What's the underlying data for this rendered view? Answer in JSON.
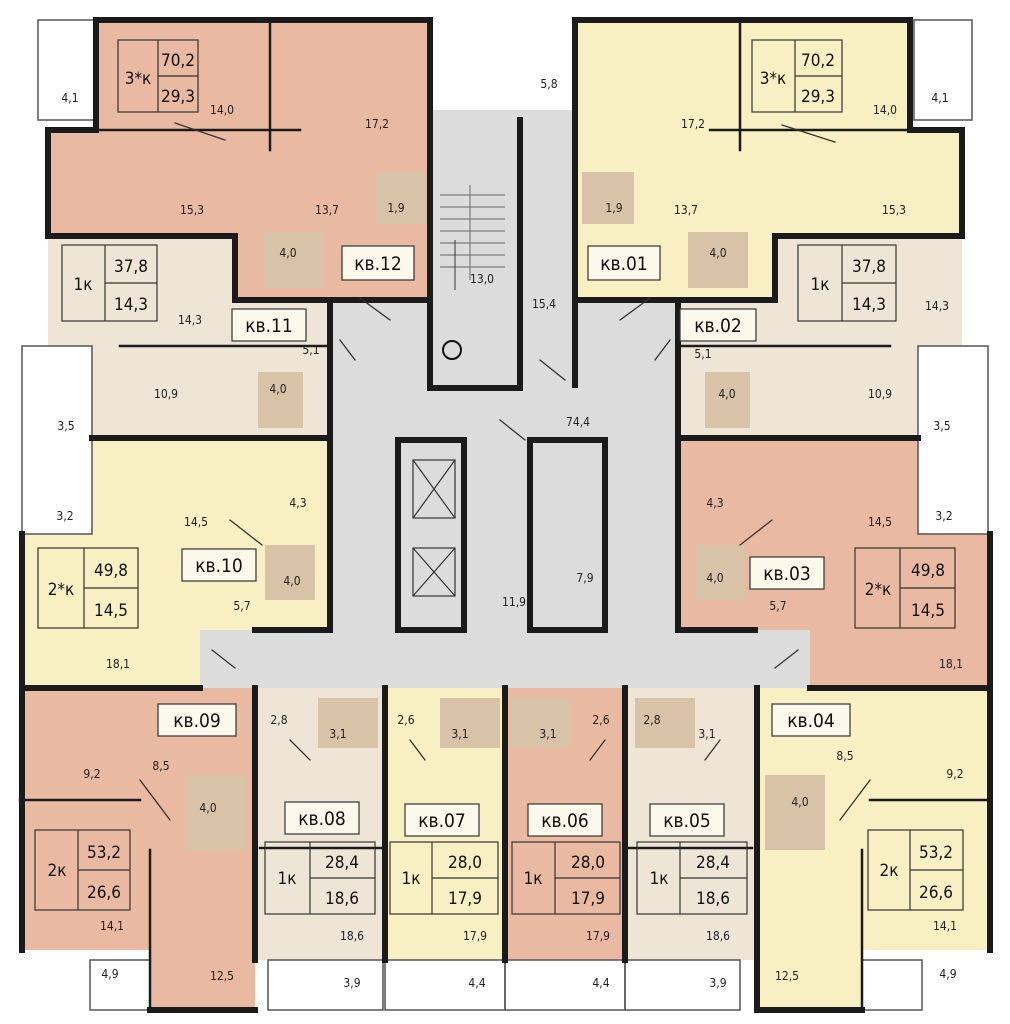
{
  "colors": {
    "salmon": "#e9b9a1",
    "yellow": "#f8f0c2",
    "beige": "#efe5d6",
    "common": "#dcdcdc",
    "wall": "#1b1b1b",
    "badge_fill": "#fbf8ec"
  },
  "apartments": [
    {
      "id": "12",
      "name": "кв.12",
      "rooms": "3*к",
      "total": "70,2",
      "living": "29,3",
      "color": "salmon"
    },
    {
      "id": "01",
      "name": "кв.01",
      "rooms": "3*к",
      "total": "70,2",
      "living": "29,3",
      "color": "yellow"
    },
    {
      "id": "11",
      "name": "кв.11",
      "rooms": "1к",
      "total": "37,8",
      "living": "14,3",
      "color": "beige"
    },
    {
      "id": "02",
      "name": "кв.02",
      "rooms": "1к",
      "total": "37,8",
      "living": "14,3",
      "color": "beige"
    },
    {
      "id": "10",
      "name": "кв.10",
      "rooms": "2*к",
      "total": "49,8",
      "living": "14,5",
      "color": "yellow"
    },
    {
      "id": "03",
      "name": "кв.03",
      "rooms": "2*к",
      "total": "49,8",
      "living": "14,5",
      "color": "salmon"
    },
    {
      "id": "09",
      "name": "кв.09",
      "rooms": "2к",
      "total": "53,2",
      "living": "26,6",
      "color": "salmon"
    },
    {
      "id": "04",
      "name": "кв.04",
      "rooms": "2к",
      "total": "53,2",
      "living": "26,6",
      "color": "yellow"
    },
    {
      "id": "08",
      "name": "кв.08",
      "rooms": "1к",
      "total": "28,4",
      "living": "18,6",
      "color": "beige"
    },
    {
      "id": "07",
      "name": "кв.07",
      "rooms": "1к",
      "total": "28,0",
      "living": "17,9",
      "color": "yellow"
    },
    {
      "id": "06",
      "name": "кв.06",
      "rooms": "1к",
      "total": "28,0",
      "living": "17,9",
      "color": "salmon"
    },
    {
      "id": "05",
      "name": "кв.05",
      "rooms": "1к",
      "total": "28,4",
      "living": "18,6",
      "color": "beige"
    }
  ],
  "room_areas": {
    "a12_bal": "4,1",
    "a12_r1": "14,0",
    "a12_kitchen": "17,2",
    "a12_r2": "15,3",
    "a12_hall": "13,7",
    "a12_wc": "1,9",
    "a12_bath": "4,0",
    "a01_bal": "4,1",
    "a01_r1": "14,0",
    "a01_kitchen": "17,2",
    "a01_r2": "15,3",
    "a01_hall": "13,7",
    "a01_wc": "1,9",
    "a01_bath": "4,0",
    "a11_room": "14,3",
    "a11_hall": "5,1",
    "a11_kitchen": "10,9",
    "a11_bath": "4,0",
    "a11_bal": "3,5",
    "a02_room": "14,3",
    "a02_hall": "5,1",
    "a02_kitchen": "10,9",
    "a02_bath": "4,0",
    "a02_bal": "3,5",
    "a10_bal": "3,2",
    "a10_room": "14,5",
    "a10_kitchen_nook": "4,3",
    "a10_bath": "4,0",
    "a10_hall": "5,7",
    "a10_kitchen": "18,1",
    "a03_bal": "3,2",
    "a03_room": "14,5",
    "a03_kitchen_nook": "4,3",
    "a03_bath": "4,0",
    "a03_hall": "5,7",
    "a03_kitchen": "18,1",
    "a09_kitchen": "9,2",
    "a09_hall": "8,5",
    "a09_bath": "4,0",
    "a09_room": "14,1",
    "a09_room2": "12,5",
    "a09_bal": "4,9",
    "a04_kitchen": "9,2",
    "a04_hall": "8,5",
    "a04_bath": "4,0",
    "a04_room": "14,1",
    "a04_room2": "12,5",
    "a04_bal": "4,9",
    "a08_hall": "2,8",
    "a08_bath": "3,1",
    "a08_room": "18,6",
    "a08_bal": "3,9",
    "a07_hall": "2,6",
    "a07_bath": "3,1",
    "a07_room": "17,9",
    "a07_bal": "4,4",
    "a06_hall": "2,6",
    "a06_bath": "3,1",
    "a06_room": "17,9",
    "a06_bal": "4,4",
    "a05_hall": "2,8",
    "a05_bath": "3,1",
    "a05_room": "18,6",
    "a05_bal": "3,9",
    "top_bal": "5,8",
    "stair": "13,0",
    "lobby_top": "15,4",
    "corridor": "74,4",
    "elevator_hall": "11,9",
    "tech_room": "7,9"
  }
}
